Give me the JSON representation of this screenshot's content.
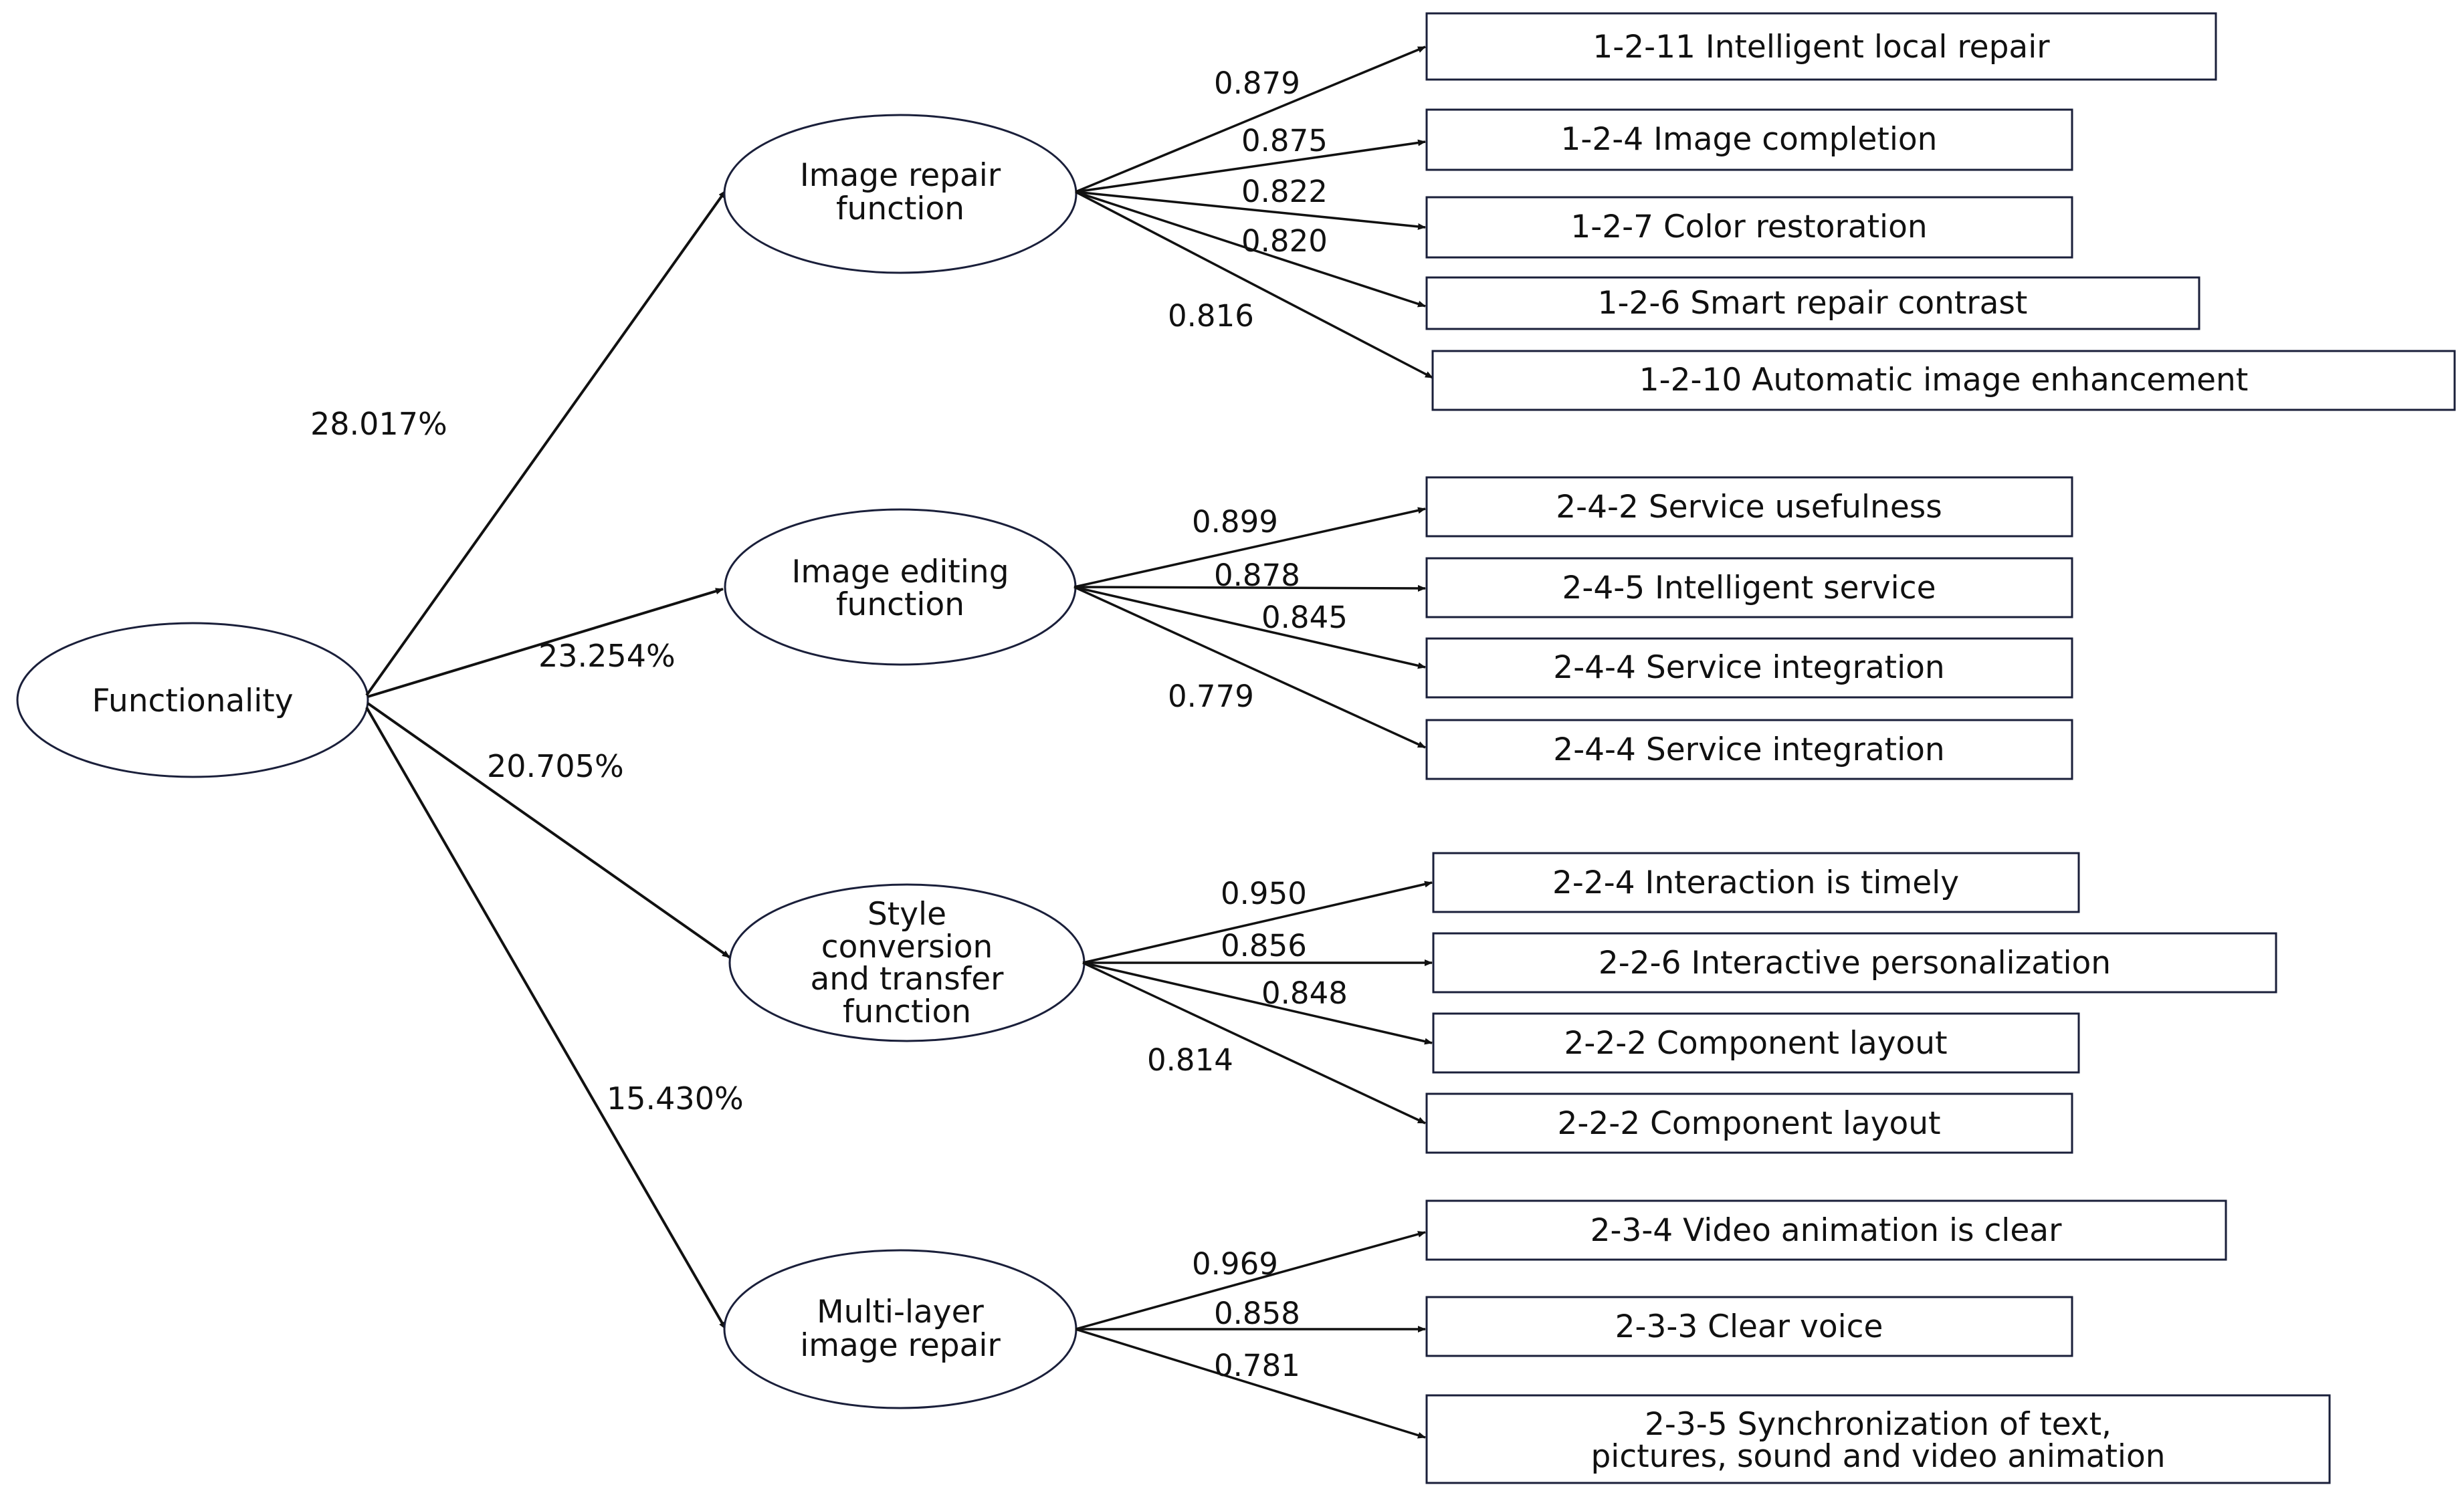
{
  "root": {
    "label": "Functionality"
  },
  "factors": [
    {
      "label_lines": [
        "Image repair",
        "function"
      ],
      "percent": "28.017%",
      "items": [
        {
          "label": "1-2-11 Intelligent local repair",
          "loading": "0.879"
        },
        {
          "label": "1-2-4 Image completion",
          "loading": "0.875"
        },
        {
          "label": "1-2-7 Color restoration",
          "loading": "0.822"
        },
        {
          "label": "1-2-6 Smart repair contrast",
          "loading": "0.820"
        },
        {
          "label": "1-2-10 Automatic image enhancement",
          "loading": "0.816"
        }
      ]
    },
    {
      "label_lines": [
        "Image editing",
        "function"
      ],
      "percent": "23.254%",
      "items": [
        {
          "label": "2-4-2 Service usefulness",
          "loading": "0.899"
        },
        {
          "label": "2-4-5 Intelligent service",
          "loading": "0.878"
        },
        {
          "label": "2-4-4 Service integration",
          "loading": "0.845"
        },
        {
          "label": "2-4-4 Service integration",
          "loading": "0.779"
        }
      ]
    },
    {
      "label_lines": [
        "Style",
        "conversion",
        "and transfer",
        "function"
      ],
      "percent": "20.705%",
      "items": [
        {
          "label": "2-2-4 Interaction is timely",
          "loading": "0.950"
        },
        {
          "label": "2-2-6 Interactive personalization",
          "loading": "0.856"
        },
        {
          "label": "2-2-2 Component layout",
          "loading": "0.848"
        },
        {
          "label": "2-2-2 Component layout",
          "loading": "0.814"
        }
      ]
    },
    {
      "label_lines": [
        "Multi-layer",
        "image repair"
      ],
      "percent": "15.430%",
      "items": [
        {
          "label": "2-3-4 Video animation is clear",
          "loading": "0.969"
        },
        {
          "label": "2-3-3 Clear voice",
          "loading": "0.858"
        },
        {
          "label_lines": [
            "2-3-5 Synchronization of text,",
            "pictures, sound and video animation"
          ],
          "loading": "0.781"
        }
      ]
    }
  ]
}
